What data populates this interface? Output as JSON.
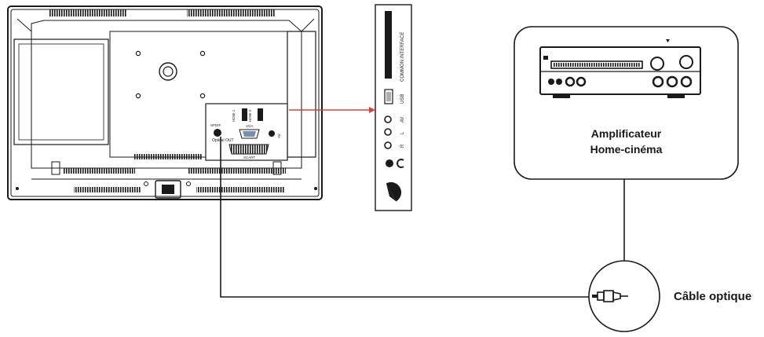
{
  "amplifier": {
    "line1": "Amplificateur",
    "line2": "Home-cinéma"
  },
  "cable": {
    "label": "Câble optique"
  },
  "tv_labels": {
    "spdif": "SPDIF",
    "optical_out": "Optical OUT",
    "vga": "VGA",
    "hdmi1": "HDMI 1",
    "hdmi2": "HDMI 2",
    "scart": "SCART",
    "pc_audio": "AV"
  },
  "side_panel": {
    "common_interface": "COMMON INTERFACE",
    "usb": "USB",
    "av": "AV",
    "l": "L",
    "r": "R"
  },
  "colors": {
    "arrow": "#d0443a",
    "line": "#1a1a1a"
  }
}
